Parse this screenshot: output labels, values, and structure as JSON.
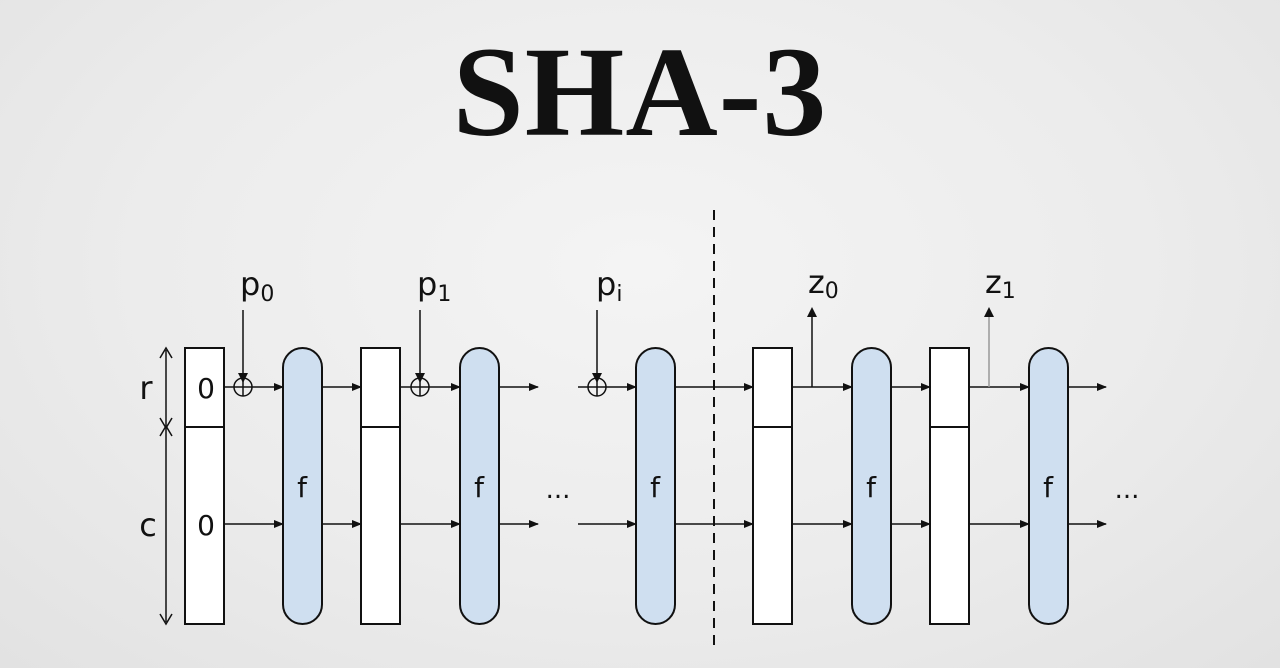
{
  "title": "SHA-3",
  "diagram": {
    "rate_label": "r",
    "capacity_label": "c",
    "initial_values": [
      "0",
      "0"
    ],
    "function_label": "f",
    "inputs": [
      {
        "base": "p",
        "sub": "0"
      },
      {
        "base": "p",
        "sub": "1"
      },
      {
        "base": "p",
        "sub": "i"
      }
    ],
    "outputs": [
      {
        "base": "z",
        "sub": "0"
      },
      {
        "base": "z",
        "sub": "1"
      }
    ],
    "ellipsis": "...",
    "colors": {
      "function_fill": "#cfdff0",
      "stroke": "#111111",
      "state_fill": "#ffffff"
    }
  }
}
